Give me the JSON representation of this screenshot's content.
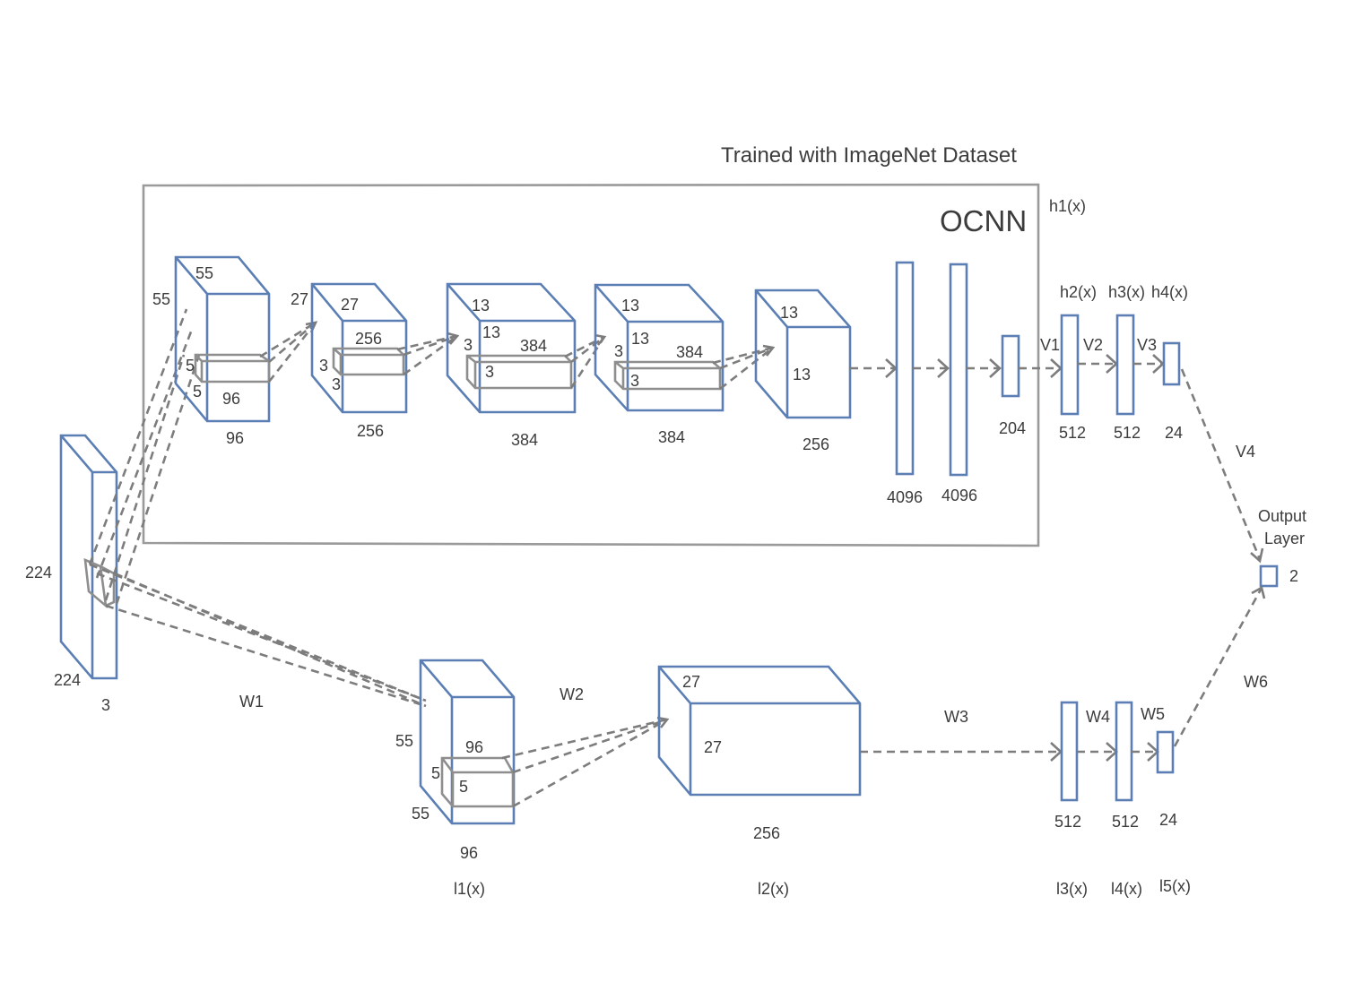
{
  "title": "Trained with ImageNet  Dataset",
  "ocnn_label": "OCNN",
  "input": {
    "h": "224",
    "w": "224",
    "d": "3"
  },
  "top_branch": {
    "conv1": {
      "side": "55",
      "top": "55",
      "kernel_a": "5",
      "kernel_b": "5",
      "kernel_depth": "96",
      "depth": "96"
    },
    "conv2": {
      "side": "27",
      "top": "27",
      "kernel_depth": "256",
      "kernel_a": "3",
      "kernel_b": "3",
      "depth": "256"
    },
    "conv3": {
      "top": "13",
      "inner": "13",
      "kernel_a": "3",
      "kernel_depth": "384",
      "kernel_b": "3",
      "depth": "384"
    },
    "conv4": {
      "top": "13",
      "inner": "13",
      "kernel_a": "3",
      "kernel_depth": "384",
      "kernel_b": "3",
      "depth": "384"
    },
    "conv5": {
      "top": "13",
      "inner": "13",
      "depth": "256"
    },
    "fc6": "4096",
    "fc7": "4096",
    "fc8": "204",
    "h1": "h1(x)",
    "h2": "h2(x)",
    "h3": "h3(x)",
    "h4": "h4(x)",
    "h2_size": "512",
    "h3_size": "512",
    "h4_size": "24",
    "v1": "V1",
    "v2": "V2",
    "v3": "V3",
    "v4": "V4"
  },
  "output": {
    "label_line1": "Output",
    "label_line2": "Layer",
    "size": "2"
  },
  "bottom_branch": {
    "w1": "W1",
    "w2": "W2",
    "w3": "W3",
    "w4": "W4",
    "w5": "W5",
    "w6": "W6",
    "l1": {
      "side": "55",
      "top": "96",
      "kernel_a": "5",
      "kernel_b": "5",
      "bottom": "55",
      "depth": "96",
      "name": "l1(x)"
    },
    "l2": {
      "top": "27",
      "inner": "27",
      "depth": "256",
      "name": "l2(x)"
    },
    "l3": {
      "size": "512",
      "name": "l3(x)"
    },
    "l4": {
      "size": "512",
      "name": "l4(x)"
    },
    "l5": {
      "size": "24",
      "name": "l5(x)"
    }
  }
}
